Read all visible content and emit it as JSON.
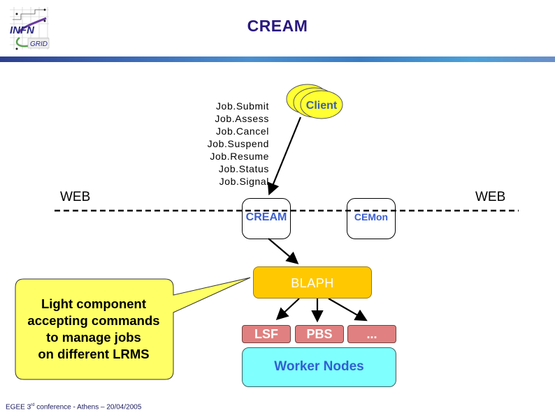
{
  "header": {
    "logo": {
      "text_top": "INFN",
      "text_bottom": "GRID",
      "icon": "infn-grid-logo"
    },
    "title": "CREAM"
  },
  "diagram": {
    "client": {
      "label": "Client",
      "count": 3
    },
    "operations": [
      "Job.Submit",
      "Job.Assess",
      "Job.Cancel",
      "Job.Suspend",
      "Job.Resume",
      "Job.Status",
      "Job.Signal"
    ],
    "boundary_label_left": "WEB",
    "boundary_label_right": "WEB",
    "cream": {
      "label": "CREAM"
    },
    "cemon": {
      "label": "CEMon"
    },
    "blaph": {
      "label": "BLAPH"
    },
    "lrms": [
      {
        "label": "LSF"
      },
      {
        "label": "PBS"
      },
      {
        "label": "..."
      }
    ],
    "worker_nodes": {
      "label": "Worker Nodes"
    },
    "callout": {
      "lines": [
        "Light component",
        "accepting commands",
        "to manage jobs",
        "on different LRMS"
      ]
    },
    "colors": {
      "client_fill": "#ffff33",
      "blaph_fill": "#ffc800",
      "lrms_fill": "#e08080",
      "worker_fill": "#80ffff",
      "callout_fill": "#ffff66",
      "label_blue": "#3c5fd0",
      "title_color": "#2a1880"
    }
  },
  "footer": {
    "prefix": "EGEE 3",
    "sup": "rd",
    "suffix": " conference - Athens – 20/04/2005"
  }
}
